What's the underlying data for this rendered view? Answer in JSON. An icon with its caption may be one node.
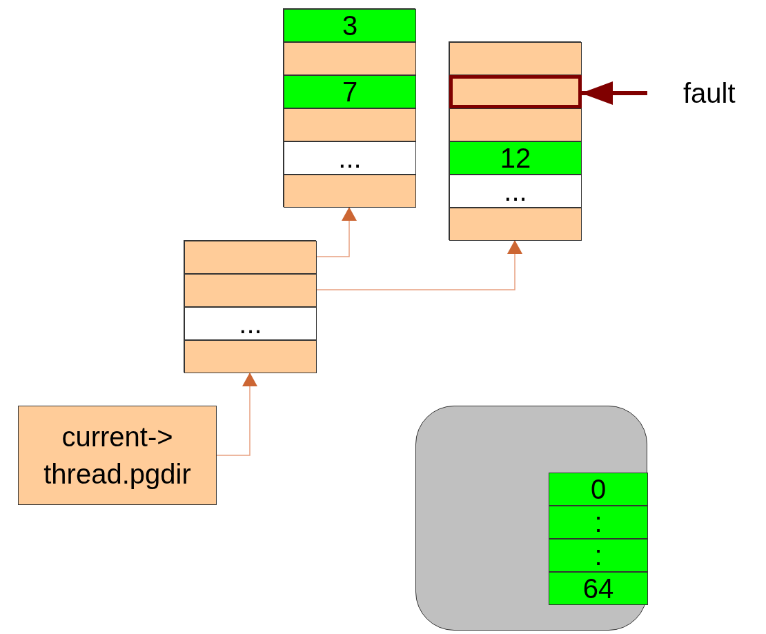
{
  "diagram": {
    "nodes": [
      {
        "text": [],
        "shape": "box"
      },
      {
        "text": [
          "3"
        ],
        "in": 0
      },
      {
        "text": [],
        "shape": "box",
        "in": 0
      },
      {
        "text": [
          "7"
        ],
        "in": 0
      },
      {
        "text": [],
        "shape": "box",
        "in": 0
      },
      {
        "text": [
          "..."
        ],
        "in": 0
      },
      {
        "text": [],
        "shape": "box",
        "in": 0
      },
      {
        "text": [],
        "shape": "box"
      },
      {
        "text": [],
        "shape": "box",
        "in": 7
      },
      {
        "text": [],
        "shape": "box",
        "in": 7
      },
      {
        "text": [],
        "shape": "box",
        "in": 7
      },
      {
        "text": [
          "12"
        ],
        "in": 7
      },
      {
        "text": [
          "..."
        ],
        "in": 7
      },
      {
        "text": [],
        "shape": "box",
        "in": 7
      },
      {
        "text": [],
        "shape": "box"
      },
      {
        "text": [],
        "shape": "box",
        "in": 14
      },
      {
        "text": [],
        "shape": "box",
        "in": 14
      },
      {
        "text": [
          "..."
        ],
        "in": 14
      },
      {
        "text": [],
        "shape": "box",
        "in": 14
      },
      {
        "text": [
          "current-> thread.pgdir"
        ]
      },
      {
        "text": [],
        "shape": "box"
      },
      {
        "text": [
          "0"
        ],
        "in": 20
      },
      {
        "text": [
          ":"
        ],
        "in": 20
      },
      {
        "text": [
          ":"
        ],
        "in": 20
      },
      {
        "text": [
          "64"
        ],
        "in": 20
      },
      {
        "text": [
          "fault"
        ]
      }
    ],
    "edges": [
      {
        "from": 15,
        "to": 0,
        "arrow": "to"
      },
      {
        "from": 16,
        "to": 7,
        "arrow": "to"
      },
      {
        "from": 19,
        "to": 14,
        "arrow": "to"
      },
      {
        "from": 25,
        "to": 9,
        "arrow": "to",
        "style": "thick",
        "color": "#800000"
      }
    ]
  }
}
